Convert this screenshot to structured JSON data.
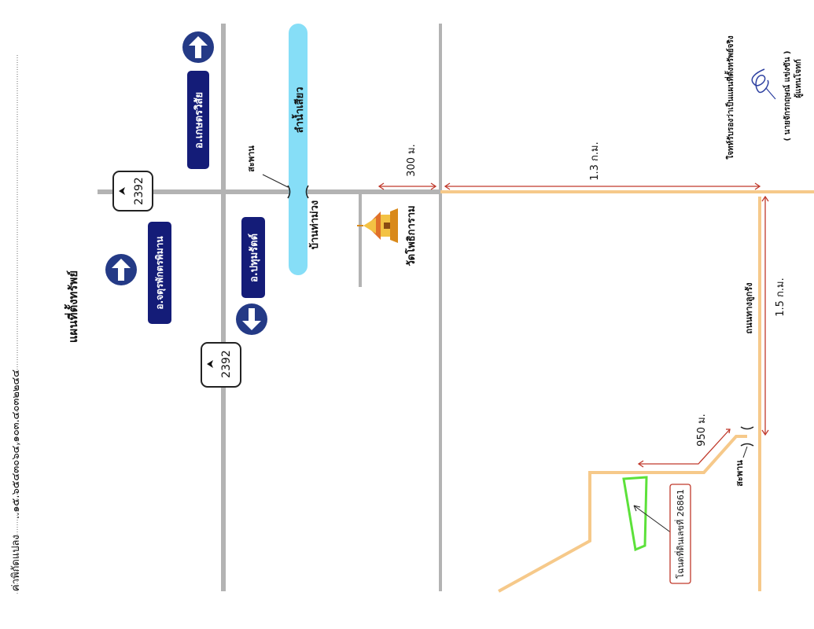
{
  "coordinates": {
    "label": "ค่าพิกัดแปลง",
    "value": "..๑๕.๖๕๔๓๐๖๔,๑๐๓.๔๐๓๒๒๔๔"
  },
  "map_title": "แผนที่ตั้งทรัพย์",
  "routes": {
    "hwy_upper": "2392",
    "hwy_lower": "2392"
  },
  "districts": {
    "kaset_wisai": "อ.เกษตรวิสัย",
    "chaturaphak_phiman": "อ.จตุรพักตรพิมาน",
    "pathum_rat": "อ.ปทุมรัตต์"
  },
  "places": {
    "stream": "ลำน้ำเสียว",
    "village": "บ้านท่าม่วง",
    "temple": "วัดโพธิการาม",
    "bridge_top": "สะพาน",
    "bridge_bottom": "สะพาน",
    "dirt_road": "ถนนทางลูกรัง",
    "parcel": "โฉนดที่ดินเลขที่ 26861"
  },
  "distances": {
    "d300": "300 ม.",
    "d1_3": "1.3 ก.ม.",
    "d1_5": "1.5 ก.ม.",
    "d950": "950 ม."
  },
  "certification": {
    "statement": "ใจทท์รับรองว่าเป็นแผนที่ตั้งทรัพย์จริง",
    "name": "(     นายจักรกฤษณ์ แข่งขัน     )",
    "role": "ผู้แทนโจทก์"
  },
  "colors": {
    "road_gray": "#b3b3b3",
    "dirt_road": "#f6c98a",
    "stream": "#86def7",
    "district_label": "#141c78",
    "direction_arrow": "#243a86",
    "parcel": "#5ce13a",
    "dimension": "#c0392b"
  },
  "icons": {
    "direction_up": "arrow-up-circle",
    "direction_down": "arrow-down-circle",
    "highway": "garuda-shield",
    "temple": "temple-icon"
  }
}
